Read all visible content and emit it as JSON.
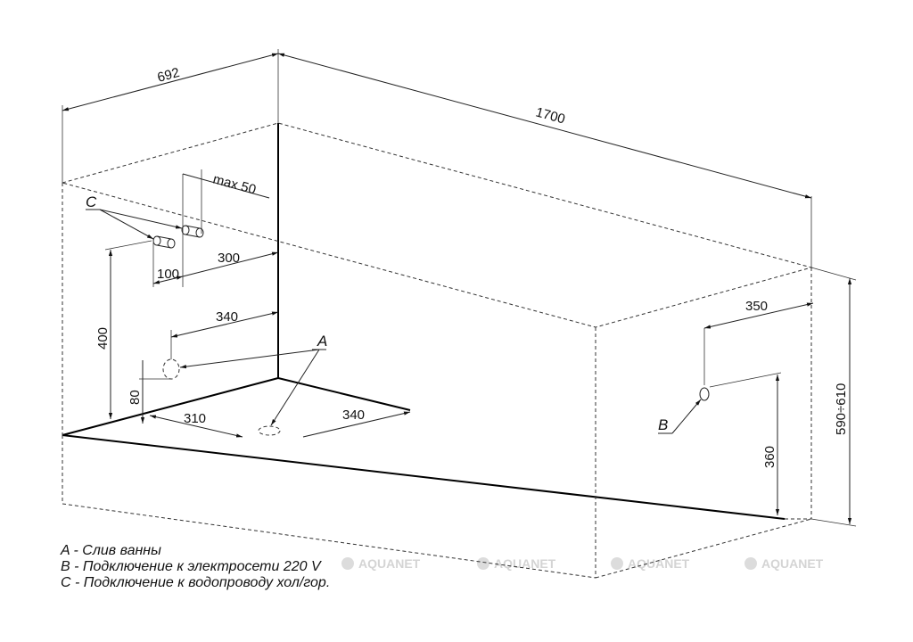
{
  "dimensions": {
    "width": "692",
    "length": "1700",
    "max": "max 50",
    "pipe_spacing": "100",
    "pipe_offset": "300",
    "pipe_height": "400",
    "drain_offset_back": "340",
    "drain_height": "80",
    "floor_drain_side": "310",
    "floor_drain_front": "340",
    "electric_offset": "350",
    "electric_height": "360",
    "total_height": "590÷610"
  },
  "labels": {
    "a": "A",
    "b": "B",
    "c": "C"
  },
  "legend": {
    "a": "A - Слив ванны",
    "b": "B - Подключение к электросети 220 V",
    "c": "C - Подключение к водопроводу хол/гор."
  },
  "watermark": {
    "text": "AQUANET"
  }
}
